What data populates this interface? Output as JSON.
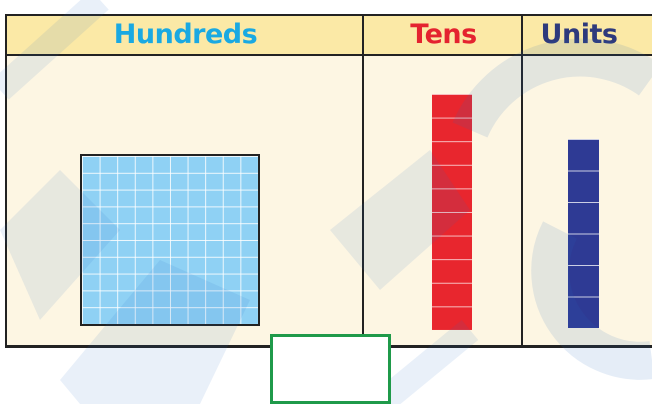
{
  "table": {
    "headers": {
      "hundreds": "Hundreds",
      "tens": "Tens",
      "units": "Units"
    },
    "blocks": {
      "hundreds_count": 1,
      "tens_count": 1,
      "units_count": 6
    }
  },
  "answer_box": {
    "value": ""
  },
  "colors": {
    "header_background": "#fbe9a6",
    "table_background": "#fdf6e3",
    "hundreds_label": "#1aa9e2",
    "tens_label": "#e4232f",
    "units_label": "#2e3a7c",
    "hundreds_block": "#8fd1f4",
    "tens_block": "#e8262e",
    "units_block": "#2e3a94",
    "answer_box_border": "#1f9a4a"
  }
}
